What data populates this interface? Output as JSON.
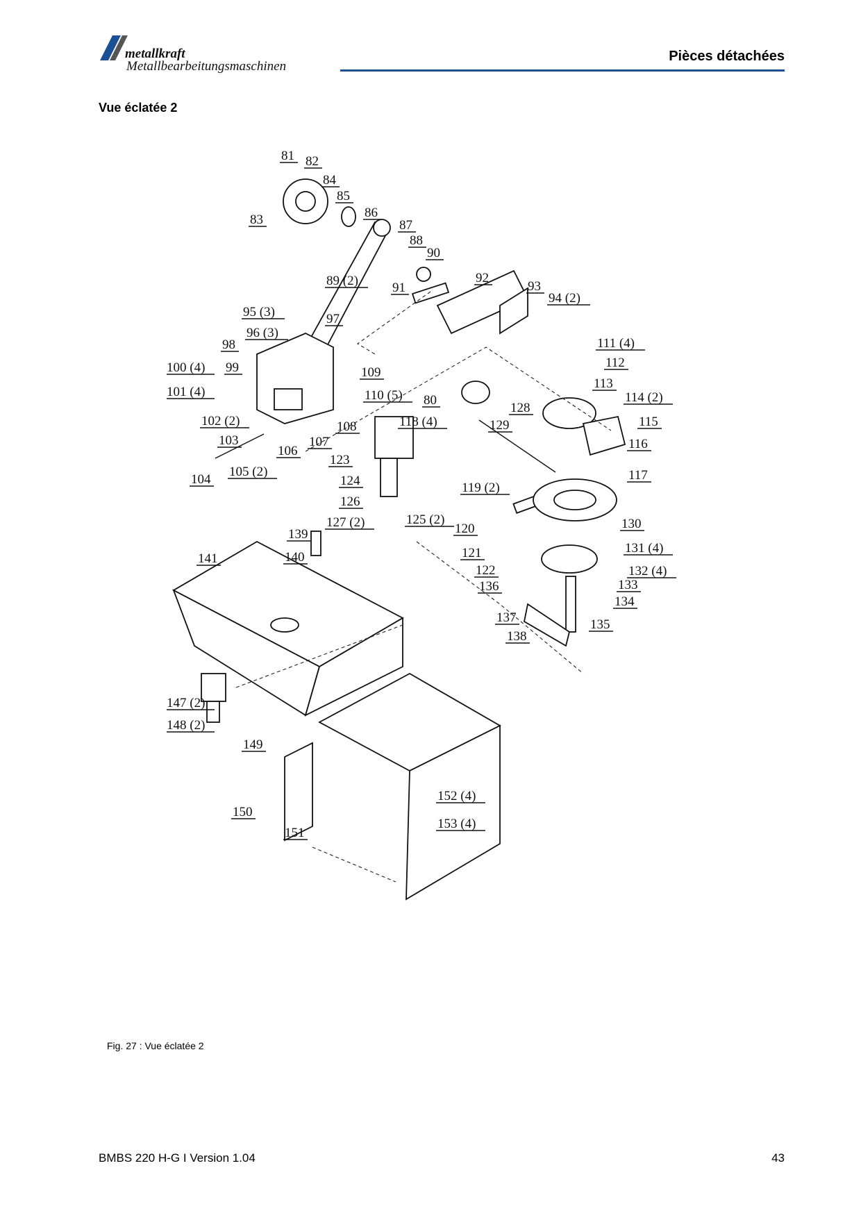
{
  "logo": {
    "brand": "metallkraft",
    "tagline": "Metallbearbeitungsmaschinen",
    "accent_color": "#1c4f96"
  },
  "header": {
    "title": "Pièces détachées"
  },
  "section_title": "Vue éclatée 2",
  "figure": {
    "caption": "Fig. 27 :  Vue éclatée 2",
    "callouts": [
      "81",
      "82",
      "83",
      "84",
      "85",
      "86",
      "87",
      "88",
      "89 (2)",
      "90",
      "91",
      "92",
      "93",
      "94 (2)",
      "95 (3)",
      "96 (3)",
      "97",
      "98",
      "99",
      "100 (4)",
      "101 (4)",
      "102 (2)",
      "103",
      "104",
      "105 (2)",
      "106",
      "107",
      "108",
      "109",
      "110 (5)",
      "111 (4)",
      "112",
      "113",
      "114 (2)",
      "115",
      "116",
      "117",
      "118 (4)",
      "80",
      "119 (2)",
      "120",
      "121",
      "122",
      "123",
      "124",
      "125 (2)",
      "126",
      "127 (2)",
      "128",
      "129",
      "130",
      "131 (4)",
      "132 (4)",
      "133",
      "134",
      "135",
      "136",
      "137",
      "138",
      "139",
      "140",
      "141",
      "147 (2)",
      "148 (2)",
      "149",
      "150",
      "151",
      "152 (4)",
      "153 (4)"
    ]
  },
  "footer": {
    "left": "BMBS 220 H-G I Version 1.04",
    "page_number": "43"
  }
}
